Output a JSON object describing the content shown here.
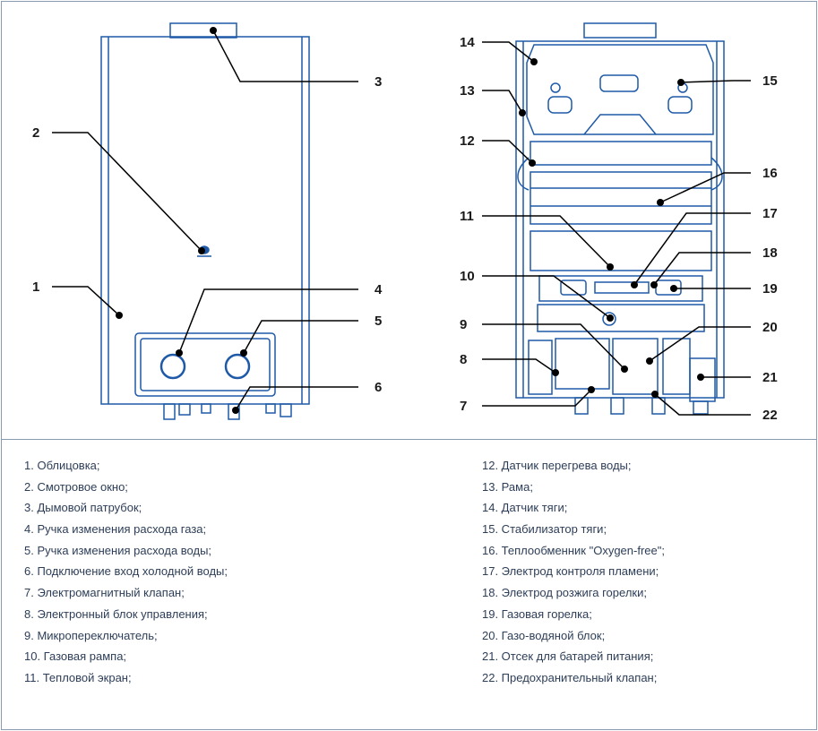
{
  "callouts": {
    "c1": "1",
    "c2": "2",
    "c3": "3",
    "c4": "4",
    "c5": "5",
    "c6": "6",
    "c7": "7",
    "c8": "8",
    "c9": "9",
    "c10": "10",
    "c11": "11",
    "c12": "12",
    "c13": "13",
    "c14": "14",
    "c15": "15",
    "c16": "16",
    "c17": "17",
    "c18": "18",
    "c19": "19",
    "c20": "20",
    "c21": "21",
    "c22": "22"
  },
  "legend_left": [
    "1.  Облицовка;",
    "2.  Смотровое окно;",
    "3.  Дымовой патрубок;",
    "4.  Ручка изменения расхода газа;",
    "5.  Ручка изменения расхода воды;",
    "6.  Подключение вход холодной воды;",
    "7.  Электромагнитный клапан;",
    "8.  Электронный блок управления;",
    "9.  Микропереключатель;",
    "10. Газовая рампа;",
    "11. Тепловой экран;"
  ],
  "legend_right": [
    "12.  Датчик перегрева воды;",
    "13.  Рама;",
    "14.  Датчик тяги;",
    "15.  Стабилизатор тяги;",
    "16.  Теплообменник \"Oxygen-free\";",
    "17.  Электрод контроля пламени;",
    "18.  Электрод розжига горелки;",
    "19.  Газовая горелка;",
    "20.  Газо-водяной блок;",
    "21.  Отсек для батарей питания;",
    "22.  Предохранительный клапан;"
  ],
  "colors": {
    "outline": "#1f5aa8",
    "border": "#8a9ab0",
    "text": "#2d3e58",
    "callout": "#1a1a1a"
  }
}
